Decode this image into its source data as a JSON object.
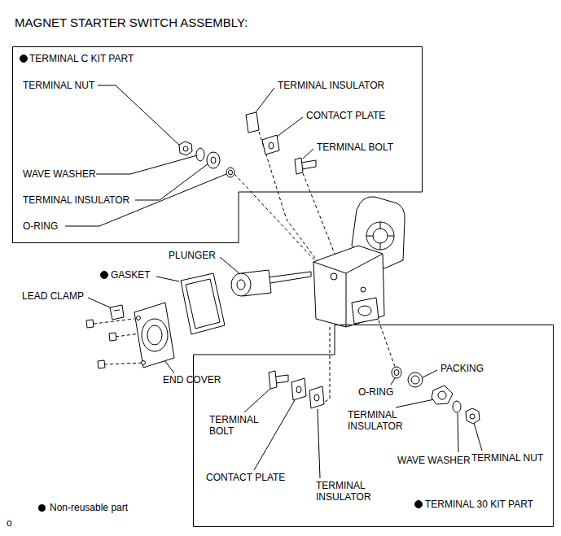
{
  "diagram": {
    "title": "MAGNET STARTER SWITCH ASSEMBLY:",
    "nodes": [
      {
        "text": [
          "TERMINAL C KIT PART"
        ]
      },
      {
        "text": [
          "TERMINAL 30 KIT PART"
        ]
      }
    ],
    "labels": [
      "TERMINAL NUT",
      "TERMINAL INSULATOR",
      "CONTACT PLATE",
      "TERMINAL BOLT",
      "WAVE WASHER",
      "TERMINAL INSULATOR",
      "O-RING",
      "PLUNGER",
      "GASKET",
      "LEAD CLAMP",
      "END COVER",
      "O-RING",
      "PACKING",
      "TERMINAL BOLT",
      "TERMINAL INSULATOR",
      "WAVE WASHER",
      "TERMINAL NUT",
      "CONTACT PLATE",
      "TERMINAL INSULATOR",
      "o"
    ],
    "legend": [
      {
        "text": "Non-reusable part"
      }
    ]
  }
}
